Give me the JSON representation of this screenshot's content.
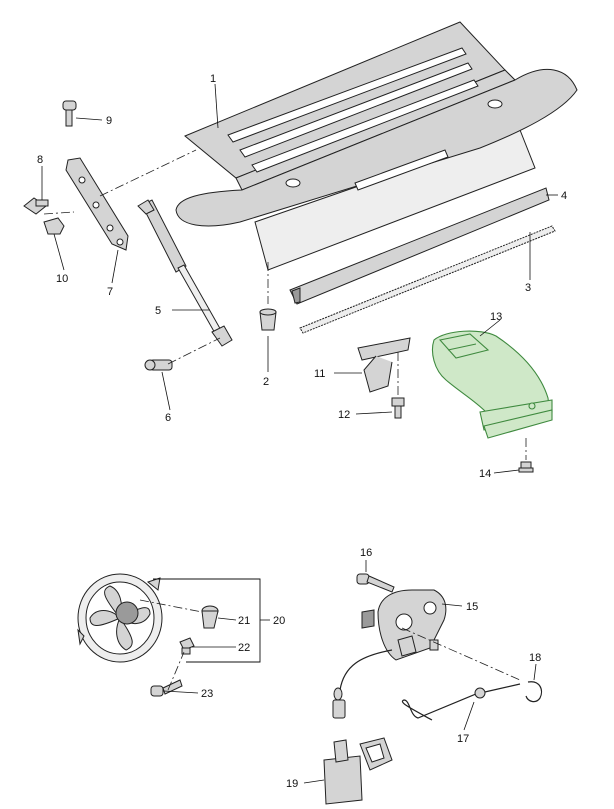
{
  "diagram": {
    "callouts": [
      {
        "id": "1",
        "text": "1"
      },
      {
        "id": "2",
        "text": "2"
      },
      {
        "id": "3",
        "text": "3"
      },
      {
        "id": "4",
        "text": "4"
      },
      {
        "id": "5",
        "text": "5"
      },
      {
        "id": "6",
        "text": "6"
      },
      {
        "id": "7",
        "text": "7"
      },
      {
        "id": "8",
        "text": "8"
      },
      {
        "id": "9",
        "text": "9"
      },
      {
        "id": "10",
        "text": "10"
      },
      {
        "id": "11",
        "text": "11"
      },
      {
        "id": "12",
        "text": "12"
      },
      {
        "id": "13",
        "text": "13"
      },
      {
        "id": "14",
        "text": "14"
      },
      {
        "id": "15",
        "text": "15"
      },
      {
        "id": "16",
        "text": "16"
      },
      {
        "id": "17",
        "text": "17"
      },
      {
        "id": "18",
        "text": "18"
      },
      {
        "id": "19",
        "text": "19"
      },
      {
        "id": "20",
        "text": "20"
      },
      {
        "id": "21",
        "text": "21"
      },
      {
        "id": "22",
        "text": "22"
      },
      {
        "id": "23",
        "text": "23"
      }
    ],
    "colors": {
      "highlight_part": "#cfe8c8",
      "highlight_outline": "#3f8a3f",
      "part_fill": "#d4d4d4",
      "line": "#222222"
    }
  }
}
